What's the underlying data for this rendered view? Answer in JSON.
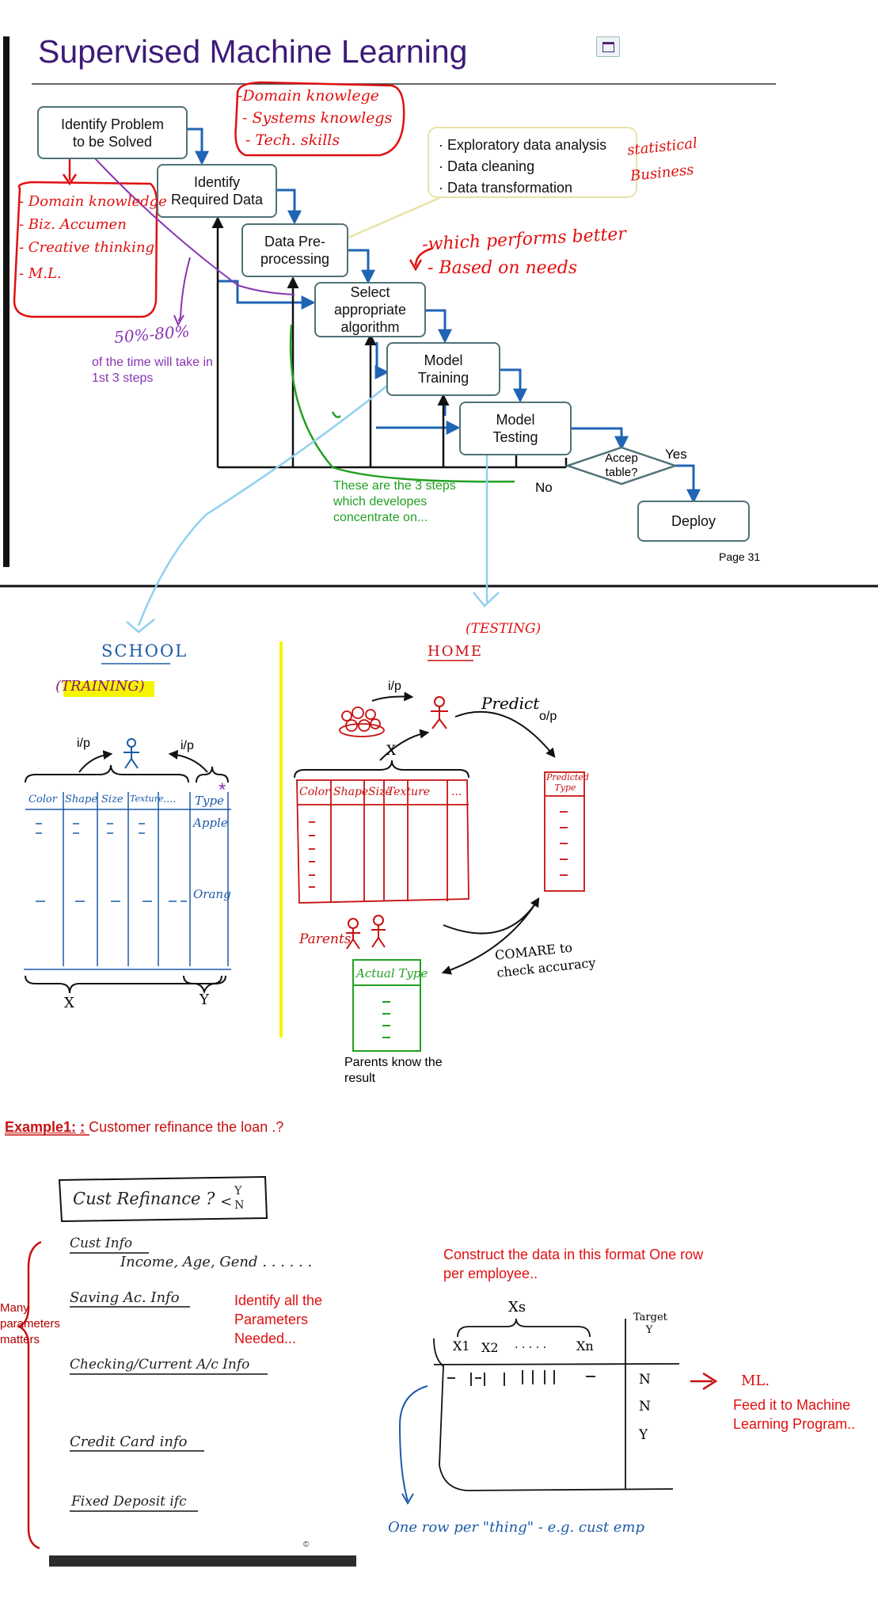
{
  "slide": {
    "title": "Supervised Machine Learning",
    "page_number": "Page 31",
    "icon": "slide-thumbnail-icon",
    "steps": [
      {
        "label": "Identify Problem to be Solved"
      },
      {
        "label": "Identify Required Data"
      },
      {
        "label": "Data Pre-processing"
      },
      {
        "label": "Select appropriate algorithm"
      },
      {
        "label": "Model Training"
      },
      {
        "label": "Model Testing"
      }
    ],
    "decision": "Accep table?",
    "yes_label": "Yes",
    "no_label": "No",
    "deploy": "Deploy",
    "preprocessing_bullets": [
      "Exploratory data analysis",
      "Data cleaning",
      "Data transformation"
    ]
  },
  "annotations": {
    "problem_skills": [
      "- Domain knowledge",
      "- Biz. Accumen",
      "- Creative thinking",
      "- M.L."
    ],
    "data_skills": [
      "-Domain knowlege",
      "- Systems knowlegs",
      "- Tech. skills"
    ],
    "analysis_types": [
      "statistical",
      "Business"
    ],
    "algorithm_notes": [
      "-which performs better",
      "- Based on needs"
    ],
    "time_estimate": "50%-80%",
    "time_note": "of the time will take in 1st 3 steps",
    "steps_note": "These are the 3 steps which developes concentrate on..."
  },
  "analogy": {
    "school": {
      "title": "SCHOOL",
      "tag": "(TRAINING)",
      "ip_left": "i/p",
      "ip_right": "i/p",
      "columns": [
        "Color",
        "Shape",
        "Size",
        "Texture",
        "....",
        "Type"
      ],
      "types": [
        "Apple",
        "Orang"
      ],
      "x_label": "X",
      "y_label": "Y"
    },
    "home": {
      "title": "HOME",
      "tag": "(TESTING)",
      "ip": "i/p",
      "predict": "Predict",
      "op": "o/p",
      "x_label": "X",
      "columns": [
        "Color",
        "Shape",
        "Size",
        "Texture",
        "..."
      ],
      "predicted_header": "Predicted Type",
      "parents_label": "Parents",
      "actual_header": "Actual Type",
      "compare": "COMARE to check accuracy",
      "parents_note": "Parents know the result"
    }
  },
  "example": {
    "label": "Example1:",
    "colon": ":",
    "question": "Customer refinance the loan .?",
    "boxed_question": "Cust Refinance ?",
    "boxed_options": [
      "Y",
      "N"
    ],
    "param_groups": [
      {
        "title": "Cust Info",
        "details": "Income, Age, Gend . . . . . ."
      },
      {
        "title": "Saving Ac. Info"
      },
      {
        "title": "Checking/Current A/c Info"
      },
      {
        "title": "Credit Card info"
      },
      {
        "title": "Fixed Deposit ifc"
      }
    ],
    "many_params": "Many parameters matters",
    "identify_note": "Identify all the Parameters Needed...",
    "construct_note": "Construct the data in this format One row per employee..",
    "xs_label": "Xs",
    "x_columns": [
      "X1",
      "X2",
      ". . . . .",
      "Xn"
    ],
    "target_label": "Target Y",
    "target_values": [
      "N",
      "N",
      "Y"
    ],
    "ml_label": "ML.",
    "feed_note": "Feed it to Machine Learning Program..",
    "one_row_note": "One row per \"thing\" - e.g. cust emp",
    "copyright": "©"
  }
}
